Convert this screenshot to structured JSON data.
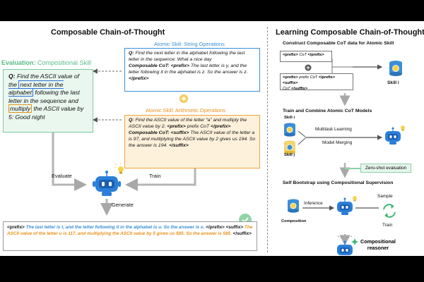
{
  "left_panel": {
    "title": "Composable Chain-of-Thought",
    "string_skill_label": "Atomic Skill: String Operations",
    "string_box": {
      "q_prefix": "Q:",
      "q_text": "Find the next letter in the alphabet following the last letter in the sequence: What a nice day",
      "cot_label": "Composable CoT:",
      "cot_open": "<prefix>",
      "cot_text": "The last letter is y, and the letter following it in the alphabet is z. So the answer is z.",
      "cot_close": "</prefix>"
    },
    "arith_skill_label": "Atomic Skill: Arithmetic Operations",
    "arith_box": {
      "q_prefix": "Q:",
      "q_text": "Find the ASCII value of the letter “a” and multiply the ASCII value by 2.",
      "q_prefix_tag": "<prefix>",
      "q_prefix_cot": "prefix CoT",
      "q_prefix_close": "</prefix>",
      "cot_label": "Composable CoT:",
      "cot_open": "<suffix>",
      "cot_text": "The ASCII value of the letter a is 97, and multiplying the ASCII value by 2 gives us 194. So the answer is 194.",
      "cot_close": "</suffix>"
    },
    "evaluation": {
      "label": "Evaluation:",
      "skill": "Compositional Skill"
    },
    "eval_box": {
      "q_prefix": "Q:",
      "part1": "Find the ASCII value of the",
      "highlight1": "next letter in the alphabet",
      "part2": "following the last letter in the sequence and",
      "highlight2": "multiply",
      "part3": "the ASCII value by 5: Good night"
    },
    "labels": {
      "evaluate": "Evaluate",
      "train": "Train",
      "generate": "Generate"
    },
    "output": {
      "prefix_open": "<prefix>",
      "prefix_text": "The last letter is t, and the letter following it in the alphabet is u. So the answer is u.",
      "prefix_close": "</prefix>",
      "suffix_open": "<suffix>",
      "suffix_text": "The ASCII value of the letter u is 117, and multiplying the ASCII value by 5 gives us 585. So the answer is 585.",
      "suffix_close": "</suffix>"
    }
  },
  "right_panel": {
    "title": "Learning Composable Chain-of-Thought",
    "construct": {
      "title": "Construct Composable CoT data for Atomic Skill",
      "input_a": {
        "tag": "<prefix>",
        "text": "CoT",
        "close": "</prefix>"
      },
      "input_b": {
        "tag": "<prefix>",
        "text1": "prefix CoT",
        "close1": "</prefix>",
        "tag2": "<suffix>",
        "text2": "CoT",
        "close2": "</suffix>"
      },
      "skill_label": "Skill i"
    },
    "train_combine": {
      "title": "Train and Combine Atomic CoT Models",
      "skill_i": "Skill i",
      "skill_j": "Skill j",
      "method1": "Multitask Learning",
      "method2": "Model Merging"
    },
    "zero_shot": "Zero-shot evaluation",
    "bootstrap": {
      "title": "Self Bootstrap using Compositional Supervision",
      "composition": "Composition",
      "inference": "Inference",
      "sample": "Sample",
      "train": "Train"
    },
    "reasoner": {
      "line1": "Compositional",
      "line2": "reasoner"
    }
  },
  "colors": {
    "blue": "#3a8fd6",
    "orange": "#e8921a",
    "green": "#7ccaa0",
    "robot_blue": "#2b7fd8",
    "check_green": "#8fd4a7"
  }
}
